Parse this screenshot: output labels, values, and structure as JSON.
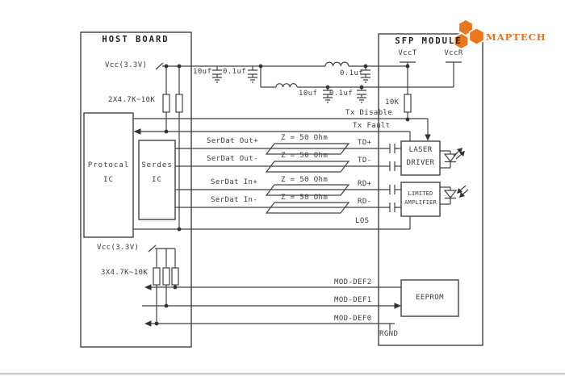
{
  "logo": {
    "text": "MAPTECH",
    "accent_color": "#e8781f"
  },
  "host": {
    "title": "HOST BOARD",
    "vcc_top_label": "Vcc(3.3V)",
    "pullup_top_label": "2X4.7K~10K",
    "protocol_ic_line1": "Protocal",
    "protocol_ic_line2": "IC",
    "serdes_ic_line1": "Serdes",
    "serdes_ic_line2": "IC",
    "vcc_bottom_label": "Vcc(3.3V)",
    "pullup_bottom_label": "3X4.7K~10K"
  },
  "power_filter": {
    "cap_10uf_host": "10uf",
    "cap_01uf_host": "0.1uf",
    "cap_01uf_tx": "0.1uf",
    "cap_10uf_rx": "10uf",
    "cap_01uf_rx": "0.1uf"
  },
  "sfp": {
    "title": "SFP MODULE",
    "vcct_label": "VccT",
    "vccr_label": "VccR",
    "pullup_label": "10K",
    "laser_driver_line1": "LASER",
    "laser_driver_line2": "DRIVER",
    "limiting_amp_line1": "LIMITED",
    "limiting_amp_line2": "AMPLIFIER",
    "eeprom_label": "EEPROM",
    "rgnd_label": "RGND"
  },
  "signals": {
    "tx_disable": "Tx Disable",
    "tx_fault": "Tx Fault",
    "serdat_out_p": "SerDat Out+",
    "serdat_out_n": "SerDat Out-",
    "serdat_in_p": "SerDat In+",
    "serdat_in_n": "SerDat In-",
    "z_impedance": "Z = 50 Ohm",
    "td_p": "TD+",
    "td_n": "TD-",
    "rd_p": "RD+",
    "rd_n": "RD-",
    "los": "LOS",
    "mod_def2": "MOD-DEF2",
    "mod_def1": "MOD-DEF1",
    "mod_def0": "MOD-DEF0"
  }
}
